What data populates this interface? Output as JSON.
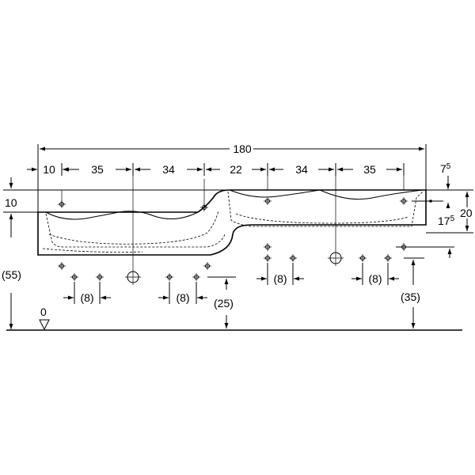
{
  "dimensions": {
    "overall_width": "180",
    "segments": [
      "10",
      "35",
      "34",
      "22",
      "34",
      "35"
    ],
    "right_top_gap": {
      "base": "7",
      "sup": "5"
    },
    "left_top_step": "10",
    "right_height": "20",
    "right_depth": {
      "base": "17",
      "sup": "5"
    },
    "left_install_height": "(55)",
    "ground_label": "0",
    "center_drain_height": "(25)",
    "right_drain_height": "(35)",
    "fixing_spacing": [
      "(8)",
      "(8)",
      "(8)",
      "(8)"
    ]
  }
}
